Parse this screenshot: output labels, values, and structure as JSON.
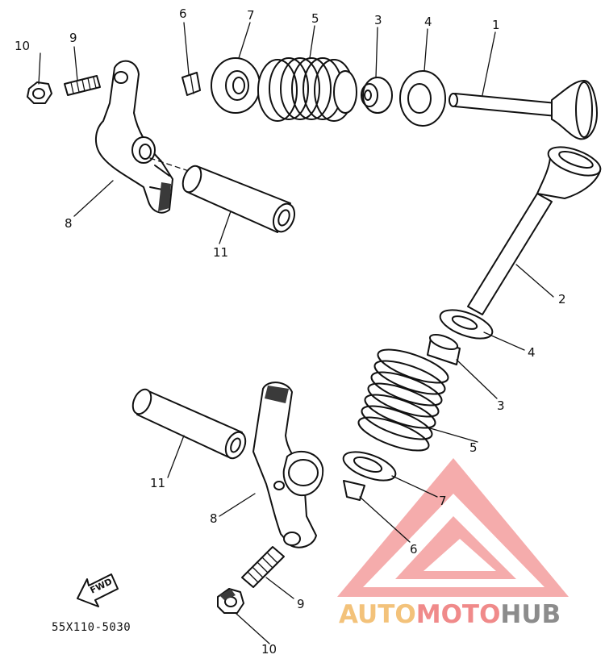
{
  "diagram": {
    "part_code": "55X110-5030",
    "fwd_text": "FWD",
    "labels": {
      "l1": "1",
      "l2": "2",
      "l3_top": "3",
      "l3_bottom": "3",
      "l4_top": "4",
      "l4_bottom": "4",
      "l5_top": "5",
      "l5_bottom": "5",
      "l6_top": "6",
      "l6_bottom": "6",
      "l7_top": "7",
      "l7_bottom": "7",
      "l8_top": "8",
      "l8_bottom": "8",
      "l9_top": "9",
      "l9_bottom": "9",
      "l10_top": "10",
      "l10_bottom": "10",
      "l11_top": "11",
      "l11_bottom": "11"
    }
  },
  "watermark": {
    "brand_auto": "AUTO",
    "brand_moto": "MOTO",
    "brand_hub": "HUB",
    "color_auto": "#f3c27a",
    "color_moto": "#f08a8a",
    "color_hub": "#8c8c8c"
  }
}
